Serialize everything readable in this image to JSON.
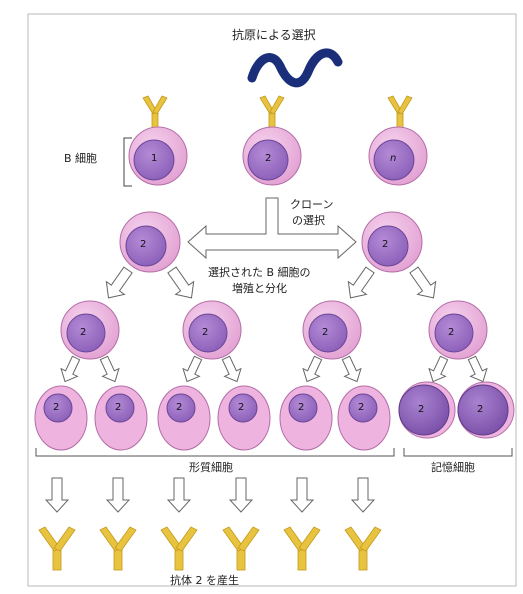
{
  "title": "抗原による選択",
  "b_cells_label": "B 細胞",
  "cell_numbers": {
    "c1": "1",
    "c2": "2",
    "cn": "n"
  },
  "clone_selection": {
    "line1": "クローン",
    "line2": "の選択"
  },
  "proliferation": {
    "line1": "選択された B 細胞の",
    "line2": "増殖と分化"
  },
  "plasma_cells_label": "形質細胞",
  "memory_cells_label": "記憶細胞",
  "bottom_label": "抗体 2 を産生",
  "colors": {
    "antigen": "#1b2e7a",
    "antibody": "#e8c340",
    "membrane": "#e6a6d6",
    "nucleus": "#9a6cc2",
    "memory_cell": "#8a5fb8",
    "arrow_fill": "#ffffff"
  }
}
